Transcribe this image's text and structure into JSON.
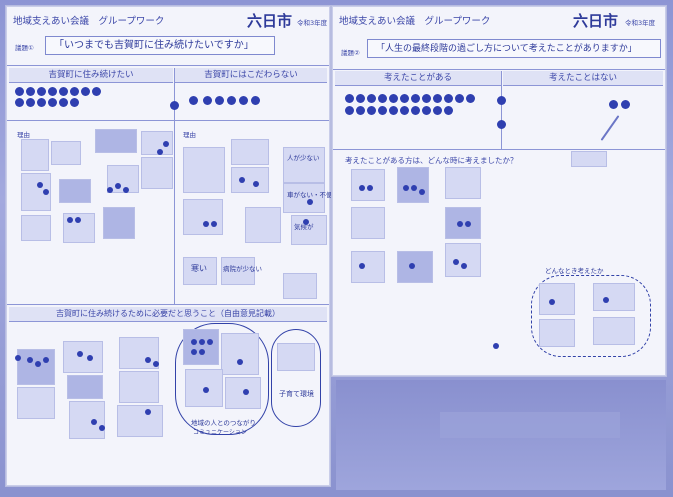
{
  "left_sheet": {
    "title": "地域支えあい会議　グループワーク",
    "city": "六日市",
    "city_note": "令和3年度",
    "theme_label": "議題①",
    "question": "「いつまでも吉賀町に住み続けたいですか」",
    "col_yes": "吉賀町に住み続けたい",
    "col_no": "吉賀町にはこだわらない",
    "reason_label_1": "理由",
    "reason_label_2": "理由",
    "bottom_header": "吉賀町に住み続けるために必要だと思うこと（自由意見記載）",
    "hand_1": "地域の人とのつながり",
    "hand_1b": "コミュニケーション",
    "hand_2": "子育て環境",
    "hand_3": "寒い",
    "hand_4": "病院が少ない",
    "hand_5": "人が少ない",
    "hand_6": "車がない・不便",
    "hand_7": "気候が"
  },
  "right_sheet": {
    "title": "地域支えあい会議　グループワーク",
    "city": "六日市",
    "city_note": "令和3年度",
    "theme_label": "議題②",
    "question": "「人生の最終段階の過ごし方について考えたことがありますか」",
    "col_yes": "考えたことがある",
    "col_no": "考えたことはない",
    "followup": "考えたことがある方は、どんな時に考えましたか？",
    "cloud_label": "どんなとき考えたか"
  }
}
